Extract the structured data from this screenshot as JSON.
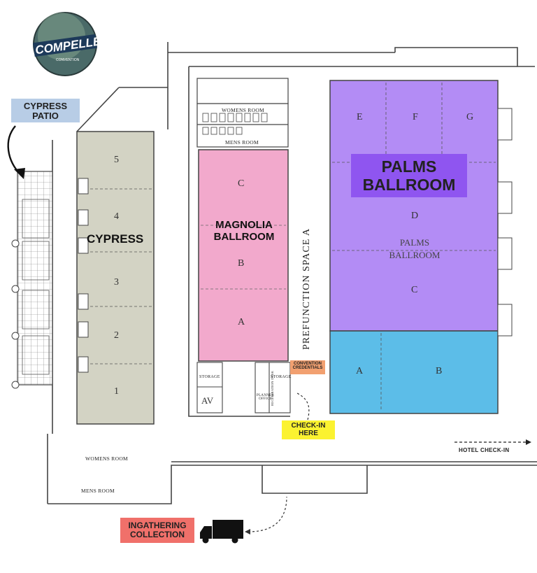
{
  "logo": {
    "text": "COMPELLED",
    "sub_text": "CONVENTION"
  },
  "colors": {
    "cypress": "#d3d3c4",
    "magnolia": "#f2a9cc",
    "palms": "#b38cf5",
    "palms_ab": "#5cbde8",
    "patio_label": "#b8cde6",
    "ingathering_label": "#f0706a",
    "checkin_label": "#fbf230",
    "credentials_label": "#f2a070",
    "palms_title_bg": "#8f55f0"
  },
  "labels": {
    "cypress_patio": "CYPRESS\nPATIO",
    "cypress_title": "CYPRESS",
    "magnolia_title": "MAGNOLIA\nBALLROOM",
    "palms_title": "PALMS\nBALLROOM",
    "palms_plan_label": "PALMS\nBALLROOM",
    "prefunction": "PREFUNCTION SPACE A",
    "convention_credentials": "CONVENTION\nCREDENTIALS",
    "check_in": "CHECK-IN\nHERE",
    "hotel_check_in": "HOTEL CHECK-IN",
    "ingathering": "INGATHERING\nCOLLECTION",
    "womens_room_top": "WOMENS ROOM",
    "mens_room_top": "MENS ROOM",
    "womens_room_bottom": "WOMENS ROOM",
    "mens_room_bottom": "MENS ROOM",
    "storage_left": "STORAGE",
    "storage_right": "STORAGE",
    "av": "AV",
    "planner_office": "PLANNER\nOFFICE",
    "registration": "REGISTRATION\nDESK"
  },
  "cypress_sections": [
    "5",
    "4",
    "3",
    "2",
    "1"
  ],
  "magnolia_sections": [
    "C",
    "B",
    "A"
  ],
  "palms_sections": {
    "top": [
      "E",
      "F",
      "G"
    ],
    "middle": [
      "D",
      "C"
    ],
    "bottom": [
      "A",
      "B"
    ]
  }
}
